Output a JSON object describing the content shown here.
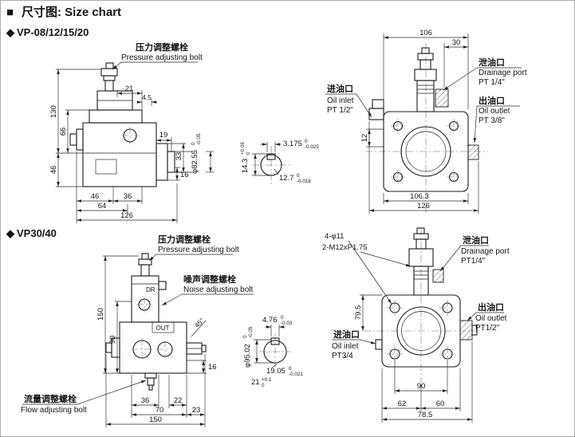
{
  "header": {
    "square_bullet": "■",
    "title": "尺寸图: Size chart",
    "diamond_bullet": "◆",
    "section1_title": "VP-08/12/15/20",
    "section2_title": "VP30/40"
  },
  "vp08": {
    "side": {
      "pressure_bolt_zh": "压力调整螺栓",
      "pressure_bolt_en": "Pressure adjusting bolt",
      "dim_21": "21",
      "dim_4_5": "4.5",
      "dim_130": "130",
      "dim_66": "66",
      "dim_46_left": "46",
      "dim_19": "19",
      "dim_33": "33",
      "dim_16": "16",
      "dim_46_bottom": "46",
      "dim_36": "36",
      "dim_64": "64",
      "dim_126": "126"
    },
    "shaft": {
      "dia_82_55": "φ82.55",
      "dia_82_55_tol_top": "0",
      "dia_82_55_tol_bot": "-0.05",
      "dim_14_3": "14.3",
      "dim_14_3_tol_top": "+0.06",
      "dim_14_3_tol_bot": "0",
      "dim_3_175": "3.175",
      "dim_3_175_tol_top": "0",
      "dim_3_175_tol_bot": "-0.025",
      "dim_12_7": "12.7",
      "dim_12_7_tol_top": "0",
      "dim_12_7_tol_bot": "-0.018"
    },
    "front": {
      "dim_106": "106",
      "dim_30": "30",
      "dim_12": "12",
      "dim_106_3": "106.3",
      "dim_126": "126",
      "drain_zh": "泄油口",
      "drain_en": "Drainage port",
      "drain_pt": "PT 1/4\"",
      "inlet_zh": "进油口",
      "inlet_en": "Oil inlet",
      "inlet_pt": "PT 1/2\"",
      "outlet_zh": "出油口",
      "outlet_en": "Oil outlet",
      "outlet_pt": "PT 3/8\""
    }
  },
  "vp30": {
    "side": {
      "pressure_bolt_zh": "压力调整螺栓",
      "pressure_bolt_en": "Pressure adjusting bolt",
      "noise_bolt_zh": "噪声调整螺栓",
      "noise_bolt_en": "Noise adjusting bolt",
      "flow_bolt_zh": "流量调整螺栓",
      "flow_bolt_en": "Flow adjusting bolt",
      "port_dr": "DR",
      "port_out": "OUT",
      "chamfer": "45°",
      "dim_150_left": "150",
      "dim_90": "90",
      "dim_16": "16",
      "dim_36": "36",
      "dim_22": "22",
      "dim_70": "70",
      "dim_23": "23",
      "dim_150_bottom": "150"
    },
    "shaft": {
      "dim_4_76": "4.76",
      "dim_4_76_tol_top": "0",
      "dim_4_76_tol_bot": "-0.03",
      "dia_95_02": "φ95.02",
      "dia_95_02_tol_top": "0",
      "dia_95_02_tol_bot": "-0.05",
      "dim_19_05": "19.05",
      "dim_19_05_tol_top": "0",
      "dim_19_05_tol_bot": "-0.021",
      "dim_21": "21",
      "dim_21_tol_top": "+0.1",
      "dim_21_tol_bot": "0"
    },
    "front": {
      "holes_label": "4-φ11",
      "thread_label": "2-M12xP1.75",
      "dim_79_5": "79.5",
      "dim_90": "90",
      "dim_62": "62",
      "dim_60": "60",
      "dim_78_5": "78.5",
      "drain_zh": "泄油口",
      "drain_en": "Drainage port",
      "drain_pt": "PT1/4\"",
      "outlet_zh": "出油口",
      "outlet_en": "Oil outlet",
      "outlet_pt": "PT1/2\"",
      "inlet_zh": "进油口",
      "inlet_en": "Oil inlet",
      "inlet_pt": "PT3/4"
    }
  }
}
